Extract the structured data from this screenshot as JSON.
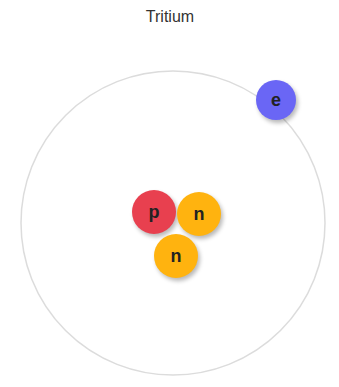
{
  "diagram": {
    "title": "Tritium",
    "nodes": [
      {
        "text": [
          "e"
        ]
      },
      {
        "text": [
          "p"
        ]
      },
      {
        "text": [
          "n"
        ]
      },
      {
        "text": [
          "n"
        ]
      }
    ]
  }
}
